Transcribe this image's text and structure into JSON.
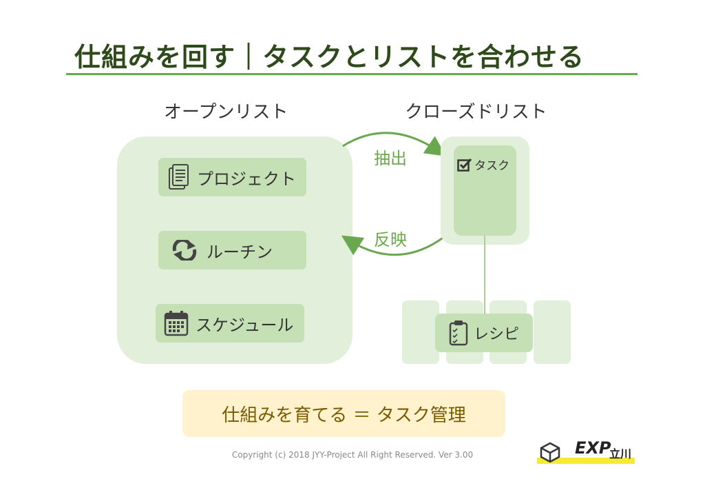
{
  "title": "仕組みを回す｜タスクとリストを合わせる",
  "open_list": {
    "label": "オープンリスト",
    "items": [
      {
        "label": "プロジェクト",
        "icon": "document-icon"
      },
      {
        "label": "ルーチン",
        "icon": "cycle-icon"
      },
      {
        "label": "スケジュール",
        "icon": "calendar-icon"
      }
    ]
  },
  "closed_list": {
    "label": "クローズドリスト",
    "task": {
      "label": "タスク",
      "icon": "checkbox-icon"
    }
  },
  "arrows": {
    "extract": "抽出",
    "reflect": "反映"
  },
  "recipe": {
    "label": "レシピ",
    "icon": "clipboard-icon"
  },
  "summary": "仕組みを育てる ＝ タスク管理",
  "copyright": "Copyright (c) 2018 JYY-Project All Right Reserved. Ver 3.00",
  "logo": {
    "text": "EXP",
    "city": "立川"
  },
  "colors": {
    "accent": "#6aa84f",
    "light_green": "#e2efda",
    "mid_green": "#c5e0b4",
    "summary_bg": "#fff2cc"
  }
}
